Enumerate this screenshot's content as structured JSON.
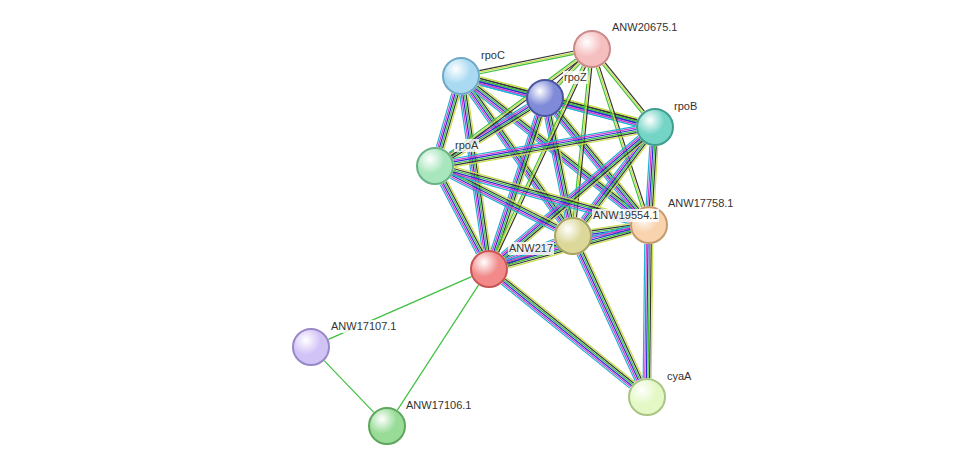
{
  "diagram": {
    "nodes": [
      {
        "text": [
          "rpoC"
        ]
      },
      {
        "text": [
          "rpoZ"
        ]
      },
      {
        "text": [
          "ANW20675.1"
        ]
      },
      {
        "text": [
          "rpoB"
        ]
      },
      {
        "text": [
          "rpoA"
        ]
      },
      {
        "text": [
          "ANW19554.1"
        ]
      },
      {
        "text": [
          "ANW17758.1"
        ]
      },
      {
        "text": [
          "ANW217"
        ]
      },
      {
        "text": [
          "ANW17107.1"
        ]
      },
      {
        "text": [
          "ANW17106.1"
        ]
      },
      {
        "text": [
          "cyaA"
        ]
      }
    ],
    "edges": [
      {
        "from": 0,
        "to": 1,
        "arrow": "none"
      },
      {
        "from": 0,
        "to": 2,
        "arrow": "none"
      },
      {
        "from": 0,
        "to": 3,
        "arrow": "none"
      },
      {
        "from": 0,
        "to": 4,
        "arrow": "none"
      },
      {
        "from": 0,
        "to": 5,
        "arrow": "none"
      },
      {
        "from": 0,
        "to": 6,
        "arrow": "none"
      },
      {
        "from": 0,
        "to": 7,
        "arrow": "none"
      },
      {
        "from": 1,
        "to": 2,
        "arrow": "none"
      },
      {
        "from": 1,
        "to": 3,
        "arrow": "none"
      },
      {
        "from": 1,
        "to": 4,
        "arrow": "none"
      },
      {
        "from": 1,
        "to": 5,
        "arrow": "none"
      },
      {
        "from": 1,
        "to": 6,
        "arrow": "none"
      },
      {
        "from": 1,
        "to": 7,
        "arrow": "none"
      },
      {
        "from": 2,
        "to": 3,
        "arrow": "none"
      },
      {
        "from": 2,
        "to": 4,
        "arrow": "none"
      },
      {
        "from": 2,
        "to": 5,
        "arrow": "none"
      },
      {
        "from": 2,
        "to": 6,
        "arrow": "none"
      },
      {
        "from": 2,
        "to": 7,
        "arrow": "none"
      },
      {
        "from": 3,
        "to": 4,
        "arrow": "none"
      },
      {
        "from": 3,
        "to": 5,
        "arrow": "none"
      },
      {
        "from": 3,
        "to": 6,
        "arrow": "none"
      },
      {
        "from": 3,
        "to": 7,
        "arrow": "none"
      },
      {
        "from": 4,
        "to": 5,
        "arrow": "none"
      },
      {
        "from": 4,
        "to": 6,
        "arrow": "none"
      },
      {
        "from": 4,
        "to": 7,
        "arrow": "none"
      },
      {
        "from": 5,
        "to": 6,
        "arrow": "none"
      },
      {
        "from": 5,
        "to": 7,
        "arrow": "none"
      },
      {
        "from": 5,
        "to": 10,
        "arrow": "none"
      },
      {
        "from": 6,
        "to": 7,
        "arrow": "none"
      },
      {
        "from": 6,
        "to": 10,
        "arrow": "none"
      },
      {
        "from": 7,
        "to": 10,
        "arrow": "none"
      },
      {
        "from": 7,
        "to": 8,
        "arrow": "none"
      },
      {
        "from": 7,
        "to": 9,
        "arrow": "none"
      },
      {
        "from": 8,
        "to": 9,
        "arrow": "none"
      }
    ]
  }
}
